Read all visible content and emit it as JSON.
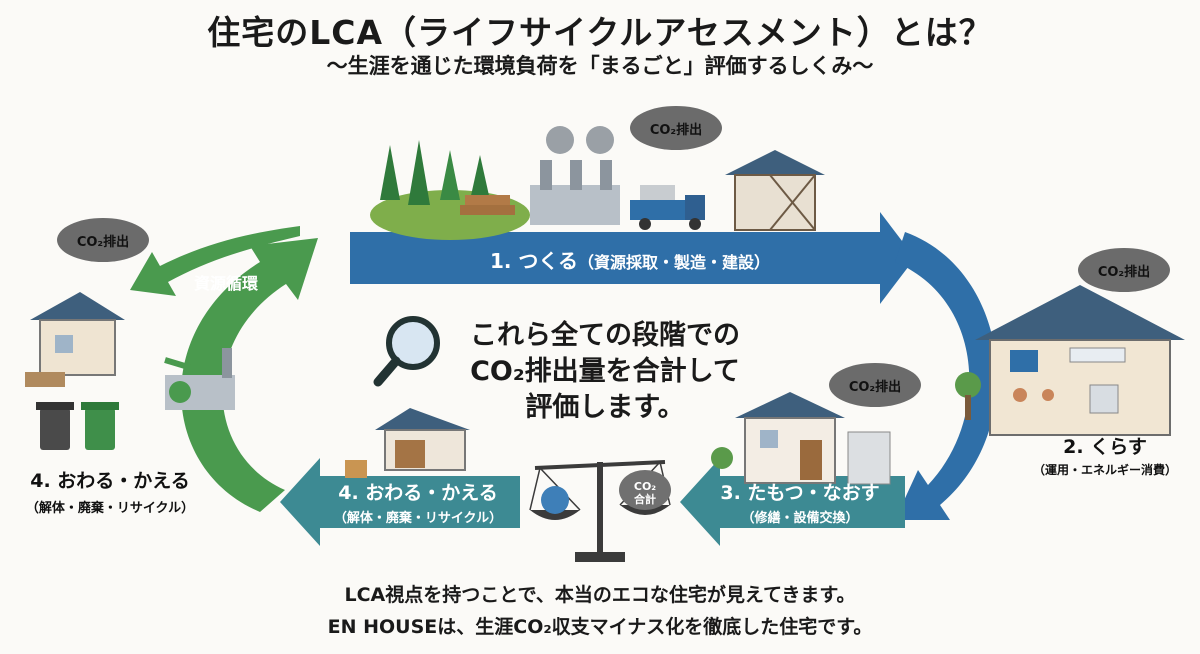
{
  "title": "住宅のLCA（ライフサイクルアセスメント）とは？",
  "subtitle": "〜生涯を通じた環境負荷を「まるごと」評価するしくみ〜",
  "co2_tag": "CO₂排出",
  "stages": {
    "make": {
      "label": "1. つくる",
      "detail": "（資源採取・製造・建設）"
    },
    "live": {
      "label": "2. くらす",
      "detail": "（運用・エネルギー消費）"
    },
    "maintain": {
      "label": "3. たもつ・なおす",
      "detail": "（修繕・設備交換）"
    },
    "end": {
      "label": "4. おわる・かえる",
      "detail": "（解体・廃棄・リサイクル）"
    }
  },
  "recycle_label": "資源循環",
  "center_message": [
    "これら全ての段階での",
    "CO₂排出量を合計して",
    "評価します。"
  ],
  "scale_label": [
    "CO₂",
    "合計"
  ],
  "footer": [
    "LCA視点を持つことで、本当のエコな住宅が見えてきます。",
    "EN HOUSEは、生涯CO₂収支マイナス化を徹底した住宅です。"
  ],
  "colors": {
    "blue": "#2f6fa8",
    "teal": "#3d8a93",
    "green": "#4a9a4e"
  }
}
